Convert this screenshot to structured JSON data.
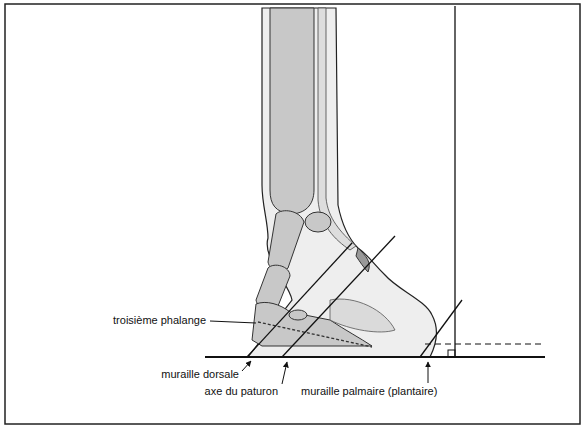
{
  "diagram": {
    "labels": [
      "troisième phalange",
      "muraille dorsale",
      "axe du paturon",
      "muraille palmaire (plantaire)"
    ]
  }
}
